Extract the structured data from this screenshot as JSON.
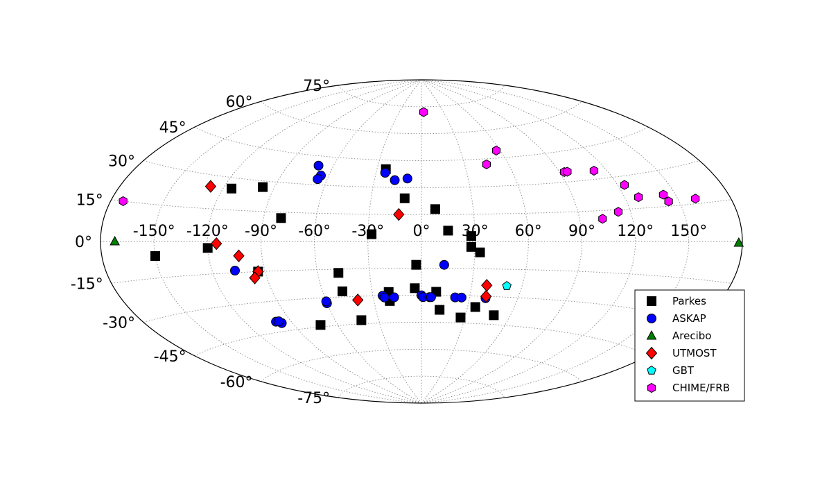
{
  "chart_data": {
    "type": "scatter",
    "projection": "aitoff",
    "grid": true,
    "legend_position": "lower-right",
    "xlim": [
      -180,
      180
    ],
    "ylim": [
      -90,
      90
    ],
    "lon_ticks": [
      {
        "value": -150,
        "label": "-150°"
      },
      {
        "value": -120,
        "label": "-120°"
      },
      {
        "value": -90,
        "label": "-90°"
      },
      {
        "value": -60,
        "label": "-60°"
      },
      {
        "value": -30,
        "label": "-30°"
      },
      {
        "value": 0,
        "label": "0°"
      },
      {
        "value": 30,
        "label": "30°"
      },
      {
        "value": 60,
        "label": "60°"
      },
      {
        "value": 90,
        "label": "90°"
      },
      {
        "value": 120,
        "label": "120°"
      },
      {
        "value": 150,
        "label": "150°"
      }
    ],
    "lat_ticks": [
      {
        "value": 75,
        "label": "75°"
      },
      {
        "value": 60,
        "label": "60°"
      },
      {
        "value": 45,
        "label": "45°"
      },
      {
        "value": 30,
        "label": "30°"
      },
      {
        "value": 15,
        "label": "15°"
      },
      {
        "value": 0,
        "label": "0°"
      },
      {
        "value": -15,
        "label": "-15°"
      },
      {
        "value": -30,
        "label": "-30°"
      },
      {
        "value": -45,
        "label": "-45°"
      },
      {
        "value": -60,
        "label": "-60°"
      },
      {
        "value": -75,
        "label": "-75°"
      }
    ],
    "series": [
      {
        "name": "Parkes",
        "marker": "square",
        "color": "#000000",
        "points": [
          [
            -24,
            40
          ],
          [
            -97,
            27
          ],
          [
            -115,
            25
          ],
          [
            -10,
            24
          ],
          [
            8,
            18
          ],
          [
            -80,
            12
          ],
          [
            15,
            6
          ],
          [
            -28,
            4
          ],
          [
            28,
            3
          ],
          [
            -120,
            -3
          ],
          [
            28,
            -3
          ],
          [
            -150,
            -6
          ],
          [
            33,
            -6
          ],
          [
            -3,
            -13
          ],
          [
            -94,
            -15
          ],
          [
            -48,
            -17
          ],
          [
            -48,
            -27
          ],
          [
            -20,
            -28
          ],
          [
            -4,
            -26
          ],
          [
            9,
            -28
          ],
          [
            -20,
            -33
          ],
          [
            35,
            -36
          ],
          [
            -42,
            -43
          ],
          [
            12,
            -38
          ],
          [
            -72,
            -44
          ],
          [
            27,
            -42
          ],
          [
            49,
            -40
          ]
        ]
      },
      {
        "name": "ASKAP",
        "marker": "circle",
        "color": "#0000ff",
        "points": [
          [
            -70,
            40
          ],
          [
            -65,
            35
          ],
          [
            -66,
            33
          ],
          [
            -24,
            38
          ],
          [
            -17,
            34
          ],
          [
            -9,
            35
          ],
          [
            -107,
            -14
          ],
          [
            13,
            -13
          ],
          [
            -60,
            -33
          ],
          [
            -60,
            -32
          ],
          [
            -24,
            -30
          ],
          [
            -23,
            -31
          ],
          [
            -17,
            -31
          ],
          [
            0,
            -30
          ],
          [
            1,
            -31
          ],
          [
            5,
            -31
          ],
          [
            6,
            -31
          ],
          [
            21,
            -31
          ],
          [
            25,
            -31
          ],
          [
            40,
            -31
          ],
          [
            -100,
            -40
          ],
          [
            -97,
            -41
          ],
          [
            -98,
            -40
          ]
        ]
      },
      {
        "name": "Arecibo",
        "marker": "triangle",
        "color": "#008000",
        "points": [
          [
            -172,
            0
          ],
          [
            178,
            -0.5
          ]
        ]
      },
      {
        "name": "UTMOST",
        "marker": "diamond",
        "color": "#ff0000",
        "points": [
          [
            -128,
            25
          ],
          [
            -13,
            15
          ],
          [
            -115,
            -1
          ],
          [
            -103,
            -7
          ],
          [
            -94,
            -15
          ],
          [
            -97,
            -18
          ],
          [
            -40,
            -32
          ],
          [
            39,
            -24
          ],
          [
            40,
            -30
          ]
        ]
      },
      {
        "name": "GBT",
        "marker": "pentagon",
        "color": "#00ffff",
        "points": [
          [
            51,
            -24
          ]
        ]
      },
      {
        "name": "CHIME/FRB",
        "marker": "hexagon",
        "color": "#ff00ff",
        "points": [
          [
            3,
            72
          ],
          [
            -173,
            15
          ],
          [
            57,
            49
          ],
          [
            45,
            42
          ],
          [
            93,
            35
          ],
          [
            95,
            35
          ],
          [
            112,
            34
          ],
          [
            124,
            26
          ],
          [
            128,
            20
          ],
          [
            113,
            14
          ],
          [
            143,
            20
          ],
          [
            144,
            17
          ],
          [
            160,
            17
          ],
          [
            103,
            11
          ]
        ]
      }
    ]
  }
}
